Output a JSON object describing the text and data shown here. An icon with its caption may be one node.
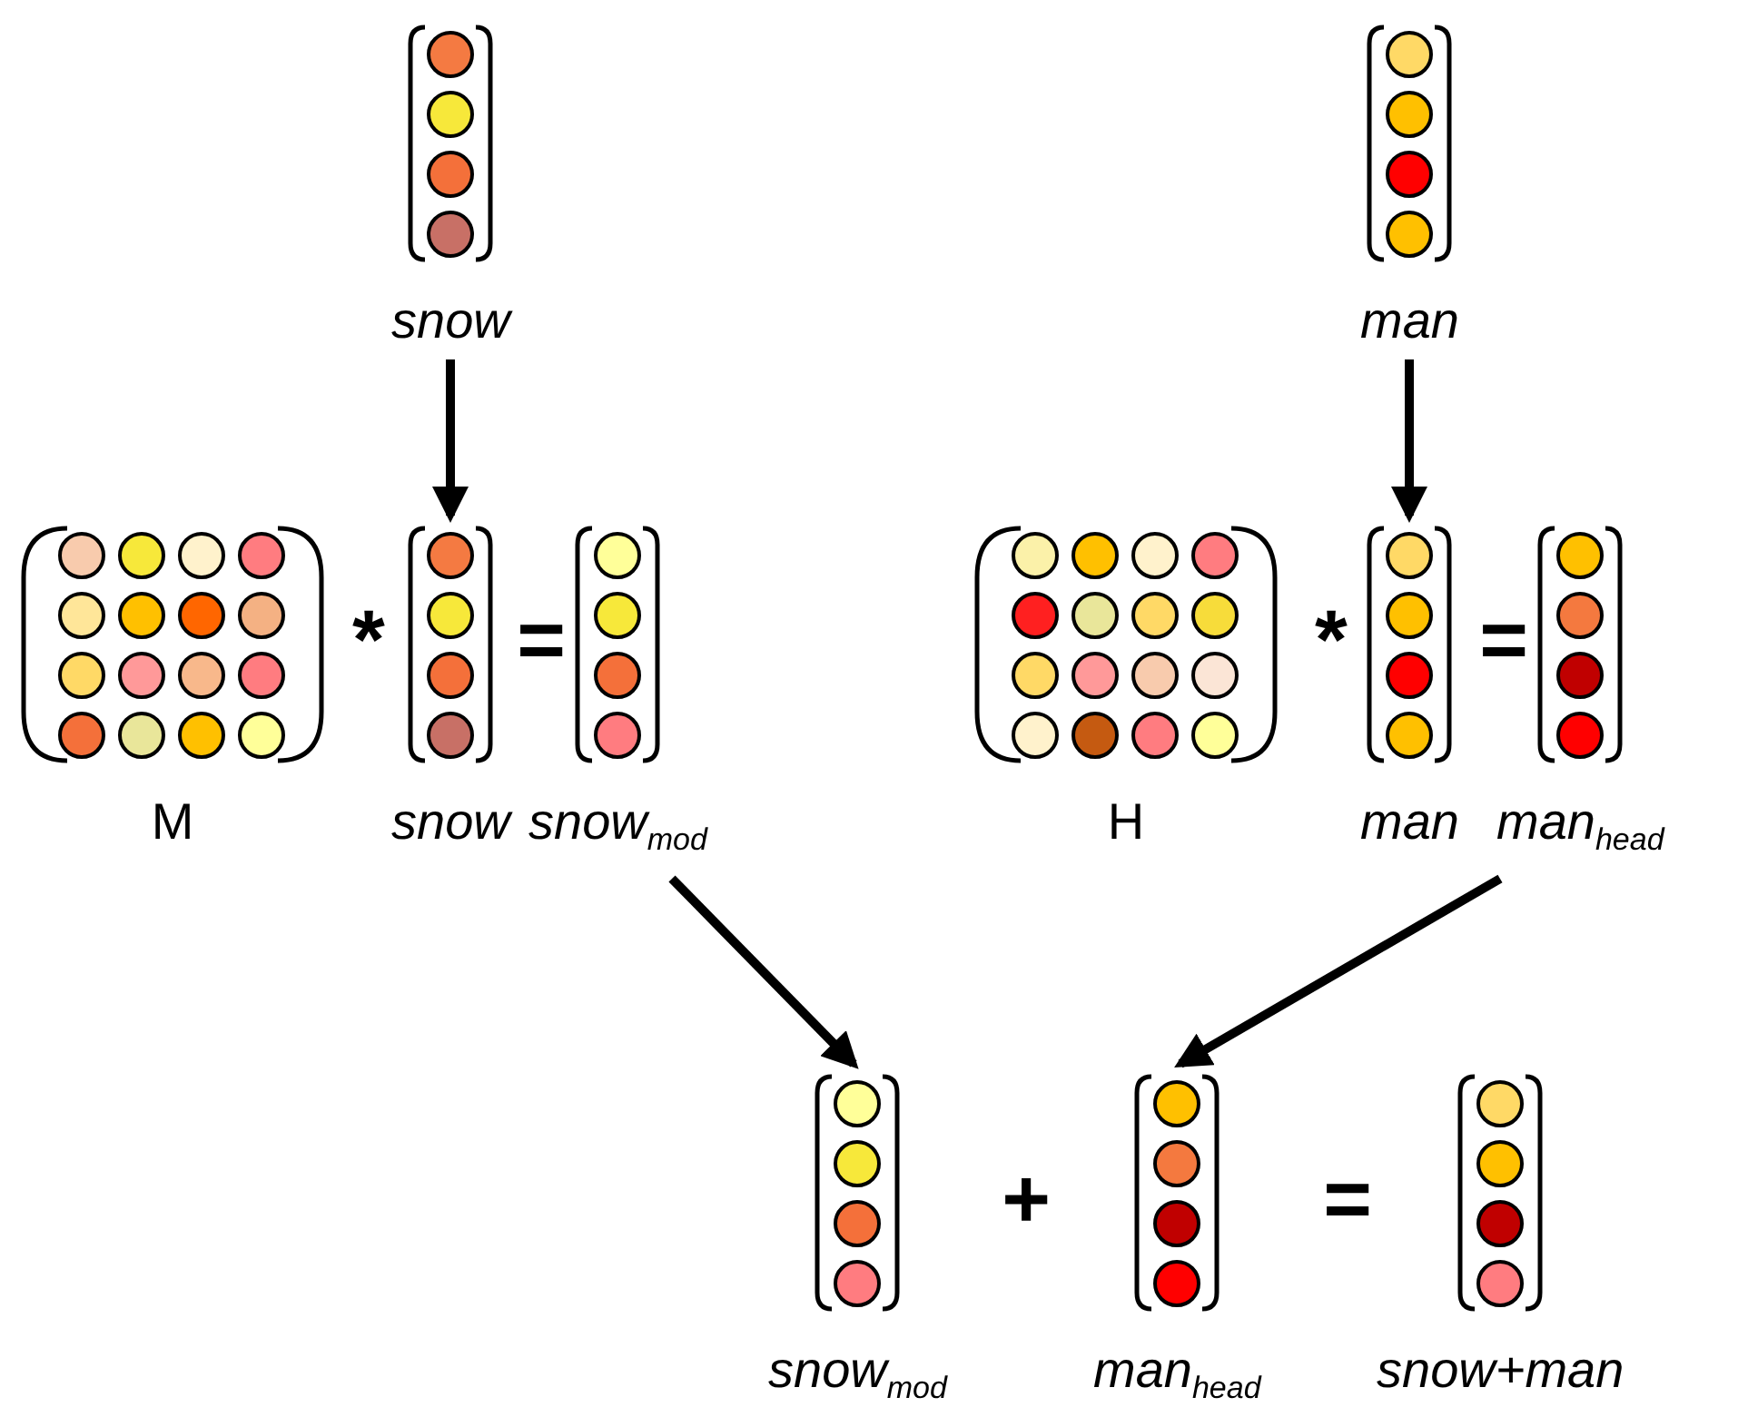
{
  "diagram": {
    "nodes": [
      {
        "text": [
          "snow"
        ]
      },
      {
        "text": [
          "man"
        ]
      },
      {
        "text": [
          "M"
        ]
      },
      {
        "text": [
          "snow"
        ]
      },
      {
        "text": [
          "snow$_{mod}$"
        ]
      },
      {
        "text": [
          "H"
        ]
      },
      {
        "text": [
          "man"
        ]
      },
      {
        "text": [
          "man$_{head}$"
        ]
      },
      {
        "text": [
          "snow$_{mod}$"
        ]
      },
      {
        "text": [
          "man$_{head}$"
        ]
      },
      {
        "text": [
          "snow+man"
        ]
      }
    ],
    "edges": [
      {
        "from": 0,
        "to": 3,
        "arrow": "to"
      },
      {
        "from": 1,
        "to": 6,
        "arrow": "to"
      },
      {
        "from": 4,
        "to": 8,
        "arrow": "to"
      },
      {
        "from": 7,
        "to": 9,
        "arrow": "to"
      }
    ],
    "labels": [
      "*",
      "=",
      "*",
      "=",
      "+",
      "="
    ]
  }
}
